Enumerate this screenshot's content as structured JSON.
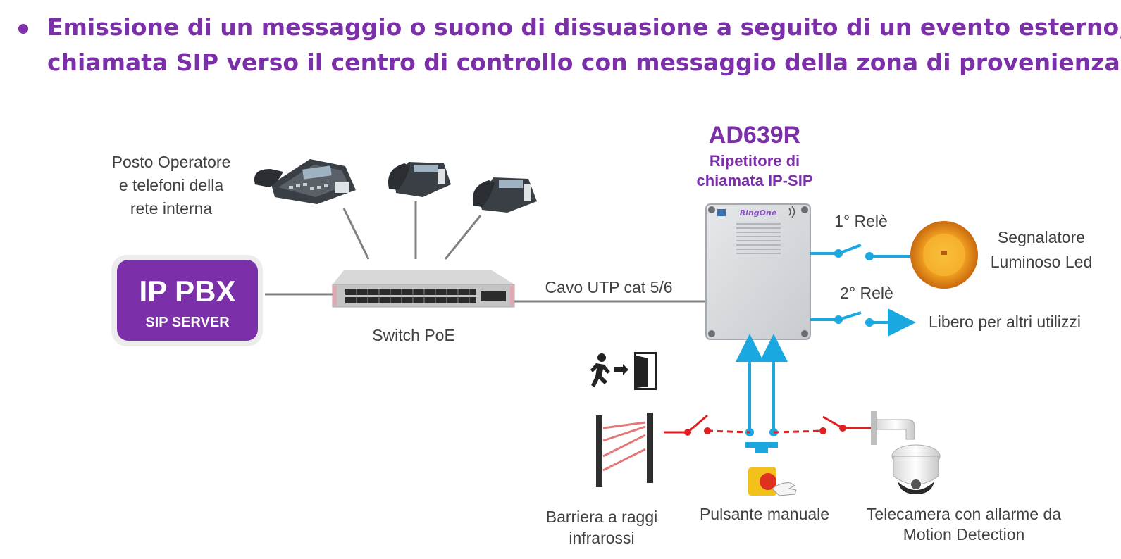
{
  "header": {
    "line1": "Emissione di un messaggio o suono di dissuasione a seguito di un evento esterno,",
    "line2": "chiamata SIP verso il centro di controllo con messaggio della zona di provenienza."
  },
  "product": {
    "model": "AD639R",
    "subtitle_line1": "Ripetitore di",
    "subtitle_line2": "chiamata IP-SIP",
    "brand": "RingOne"
  },
  "pbx": {
    "title": "IP PBX",
    "subtitle": "SIP SERVER"
  },
  "operator_label": [
    "Posto Operatore",
    "e telefoni della",
    "rete interna"
  ],
  "switch_label": "Switch PoE",
  "cable_label": "Cavo UTP cat 5/6",
  "relays": {
    "relay1": "1° Relè",
    "relay2": "2° Relè",
    "signal_label": [
      "Segnalatore",
      "Luminoso Led"
    ],
    "free_label": "Libero per altri utilizzi"
  },
  "inputs": {
    "barrier_label": [
      "Barriera a raggi",
      "infrarossi"
    ],
    "button_label": "Pulsante manuale",
    "camera_label": [
      "Telecamera con allarme da",
      "Motion Detection"
    ]
  },
  "colors": {
    "accent": "#7b2fa8",
    "wire": "#1ba8e0",
    "sensor_wire": "#e02020",
    "line": "#808080"
  }
}
